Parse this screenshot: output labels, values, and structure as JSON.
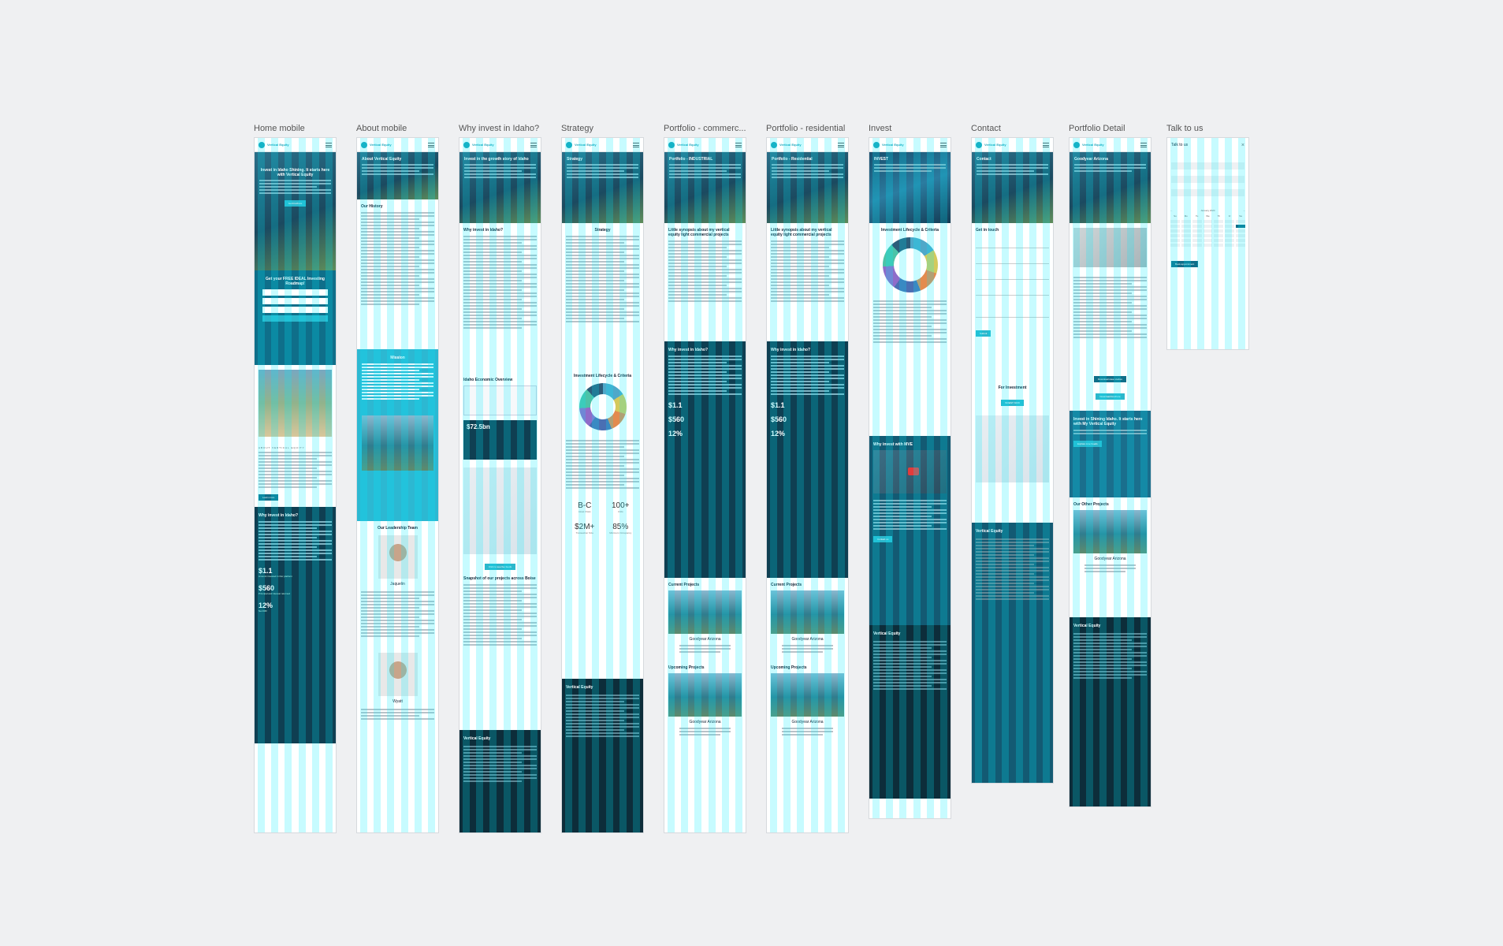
{
  "frames": [
    {
      "id": "home",
      "label": "Home mobile"
    },
    {
      "id": "about",
      "label": "About mobile"
    },
    {
      "id": "why",
      "label": "Why invest in Idaho?"
    },
    {
      "id": "strategy",
      "label": "Strategy"
    },
    {
      "id": "commercial",
      "label": "Portfolio - commerc..."
    },
    {
      "id": "residential",
      "label": "Portfolio - residential"
    },
    {
      "id": "invest",
      "label": "Invest"
    },
    {
      "id": "contact",
      "label": "Contact"
    },
    {
      "id": "detail",
      "label": "Portfolio Detail"
    },
    {
      "id": "talk",
      "label": "Talk to us"
    }
  ],
  "brand": {
    "logo_text": "Vertical Equity",
    "accent": "#1ba3b8",
    "dark": "#0f3f52"
  },
  "home": {
    "hero_title": "Invest in Idaho Shining. It starts here with Vertical Equity",
    "hero_btn": "Get brochure",
    "roadmap_title": "Get your FREE IDEAL Investing Roadmap!",
    "about_kicker": "ABOUT VERTICAL EQUITY",
    "learn_btn": "Learn more",
    "why_title": "Why invest in Idaho?",
    "stat1": "$1.1",
    "stat1_label": "Amount invested in Our platform",
    "stat2": "$560",
    "stat2_label": "Principal and interest returned",
    "stat3": "12%",
    "stat3_label": "Net IRR"
  },
  "about": {
    "hero_title": "About Vertical Equity",
    "history": "Our History",
    "mission": "Mission",
    "leadership": "Our Leadership Team",
    "person1": "Jaquelin",
    "person2": "Wyatt"
  },
  "why": {
    "hero_title": "Invest in the growth story of Idaho",
    "sec_title": "Why invest in Idaho?",
    "econ_title": "Idaho Economic Overview",
    "econ_stat": "$72.5bn",
    "map_btn": "Click to see live feeds",
    "snapshot": "Snapshot of our projects across Boise"
  },
  "strategy": {
    "hero_title": "Strategy",
    "sec_title": "Strategy",
    "lifecycle": "Investment Lifecycle & Criteria",
    "m1": "B-C",
    "m1_l": "Asset Class",
    "m2": "100+",
    "m2_l": "Units",
    "m3": "$2M+",
    "m3_l": "Transaction Size",
    "m4": "85%",
    "m4_l": "Minimum Occupancy"
  },
  "commercial": {
    "hero_title": "Portfolio - INDUSTRIAL",
    "synopsis": "Little synopsis about my vertical equity light commercial projects",
    "why_title": "Why invest in Idaho?",
    "stat1": "$1.1",
    "stat2": "$560",
    "stat3": "12%",
    "current": "Current Projects",
    "project": "Goodyear Arizona",
    "upcoming": "Upcoming Projects"
  },
  "residential": {
    "hero_title": "Portfolio - Residential",
    "synopsis": "Little synopsis about my vertical equity light commercial projects",
    "why_title": "Why invest in Idaho?",
    "stat1": "$1.1",
    "stat2": "$560",
    "stat3": "12%",
    "current": "Current Projects",
    "project": "Goodyear Arizona",
    "upcoming": "Upcoming Projects"
  },
  "invest": {
    "hero_title": "INVEST",
    "lifecycle": "Investment Lifecycle & Criteria",
    "why_title": "Why invest with MVE",
    "contact_btn": "Contact us"
  },
  "contact": {
    "hero_title": "Contact",
    "get_in_touch": "Get in touch",
    "submit": "Submit",
    "for_investment": "For Investment",
    "invest_btn": "INVEST NOW"
  },
  "detail": {
    "hero_title": "Goodyear Arizona",
    "download1": "Download case studies",
    "download2": "Download brochure",
    "banner_title": "Invest in Shining Idaho. It starts here with My Vertical Equity",
    "explore_btn": "Explore Live Feeds",
    "other": "Our Other Projects",
    "project": "Goodyear Arizona"
  },
  "talk": {
    "title": "Talk to us",
    "close": "×",
    "month": "January 2024",
    "days": [
      "Su",
      "Mo",
      "Tu",
      "We",
      "Th",
      "Fr",
      "Sa"
    ],
    "book_btn": "Book appointment"
  }
}
